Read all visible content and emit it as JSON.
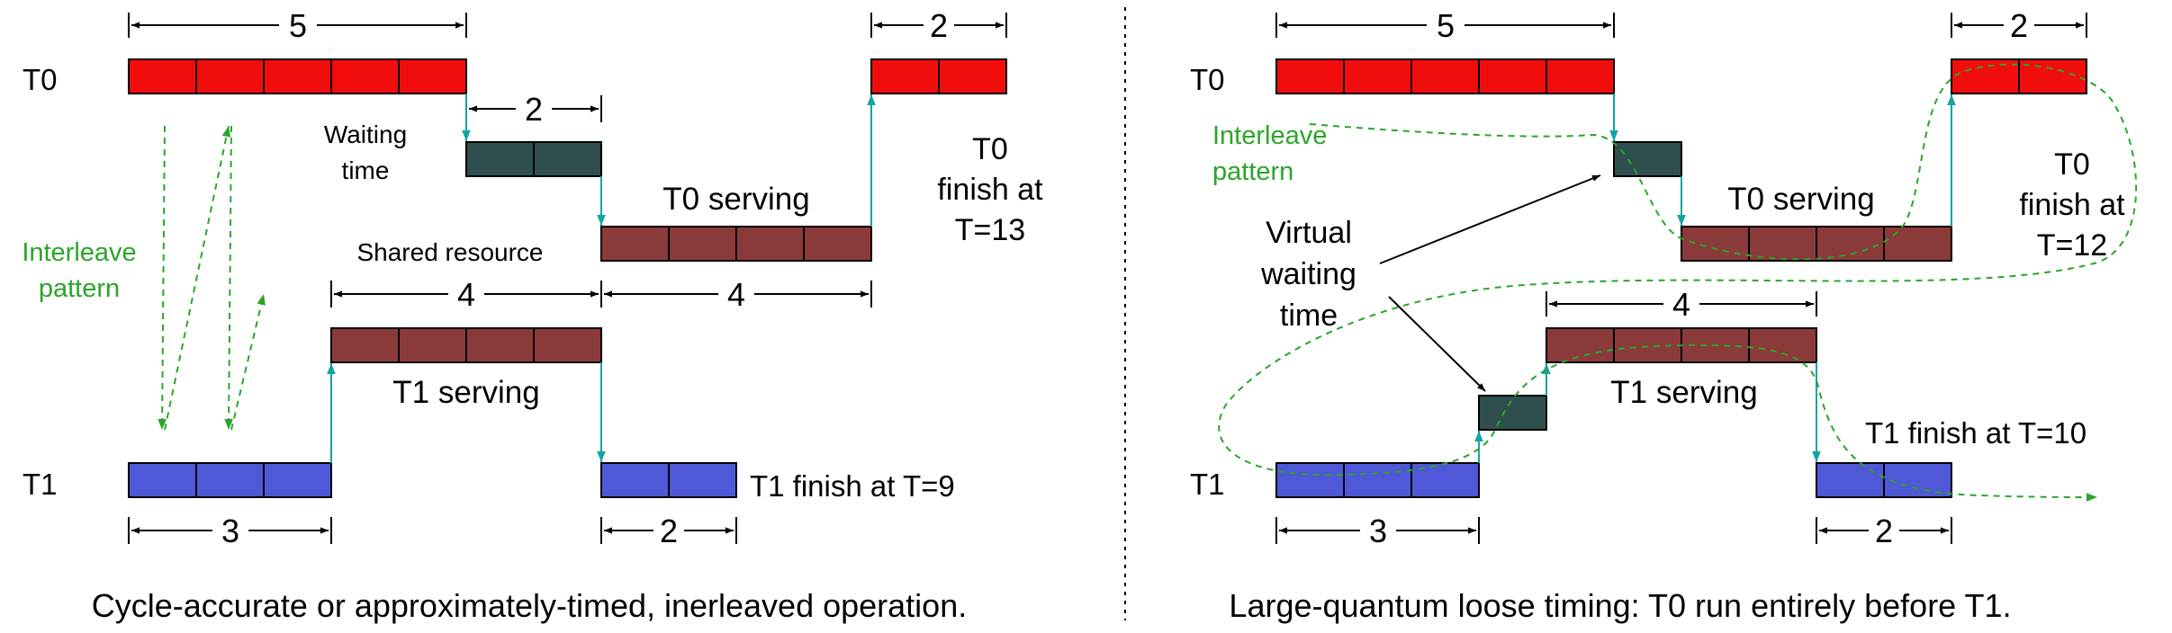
{
  "colors": {
    "t0_red": "#f20d0d",
    "waiting_dark": "#2f4f4f",
    "serving_brown": "#8b3a3a",
    "t1_blue": "#4f58d6",
    "arrow_teal": "#12a3a3",
    "pattern_green": "#2aa52a",
    "text": "#000000"
  },
  "left": {
    "t0_label": "T0",
    "t1_label": "T1",
    "dim_t0_first": "5",
    "dim_t0_last": "2",
    "dim_wait": "2",
    "dim_t1_serve": "4",
    "dim_t0_serve": "4",
    "dim_t1_first": "3",
    "dim_t1_last": "2",
    "waiting_label": [
      "Waiting",
      "time"
    ],
    "interleave_label": [
      "Interleave",
      "pattern"
    ],
    "t0_serving_label": "T0 serving",
    "t1_serving_label": "T1 serving",
    "shared_resource_label": "Shared resource",
    "t0_finish_label": [
      "T0",
      "finish at",
      "T=13"
    ],
    "t1_finish_label": "T1 finish at T=9",
    "caption": "Cycle-accurate or approximately-timed, inerleaved operation."
  },
  "right": {
    "t0_label": "T0",
    "t1_label": "T1",
    "dim_t0_first": "5",
    "dim_t0_last": "2",
    "dim_t1_serve": "4",
    "dim_t1_first": "3",
    "dim_t1_last": "2",
    "interleave_label": [
      "Interleave",
      "pattern"
    ],
    "virtual_waiting_label": [
      "Virtual",
      "waiting",
      "time"
    ],
    "t0_serving_label": "T0 serving",
    "t1_serving_label": "T1 serving",
    "t0_finish_label": [
      "T0",
      "finish at",
      "T=12"
    ],
    "t1_finish_label": "T1 finish at T=10",
    "caption": "Large-quantum loose timing: T0 run entirely before T1."
  }
}
